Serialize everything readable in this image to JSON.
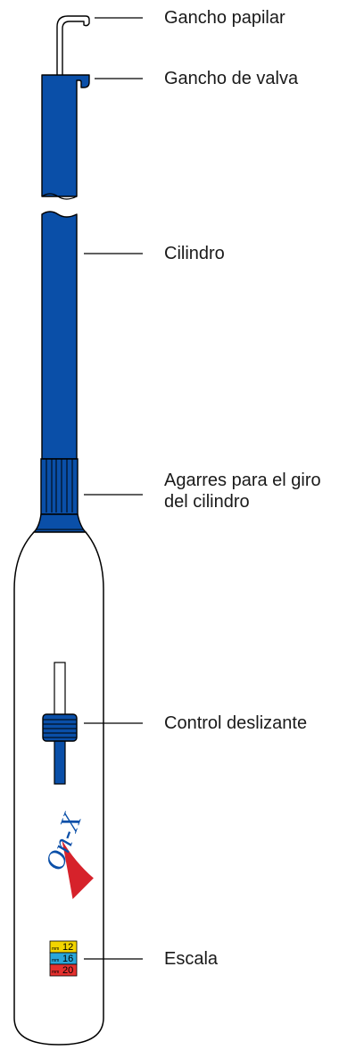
{
  "labels": {
    "papillary_hook": "Gancho papilar",
    "valve_hook": "Gancho de valva",
    "cylinder": "Cilindro",
    "grips_line1": "Agarres para el giro",
    "grips_line2": "del cilindro",
    "slider": "Control deslizante",
    "scale": "Escala"
  },
  "logo_text": "On-X",
  "scale_marks": [
    "12",
    "16",
    "20"
  ],
  "scale_units": [
    "mm",
    "mm",
    "mm"
  ],
  "colors": {
    "shaft_blue": "#0a4fa8",
    "outline": "#000000",
    "logo_blue": "#0a4fa8",
    "logo_red": "#d6222b",
    "scale_yellow": "#f2d400",
    "scale_cyan": "#2aa6d8",
    "scale_red": "#e5312f"
  }
}
